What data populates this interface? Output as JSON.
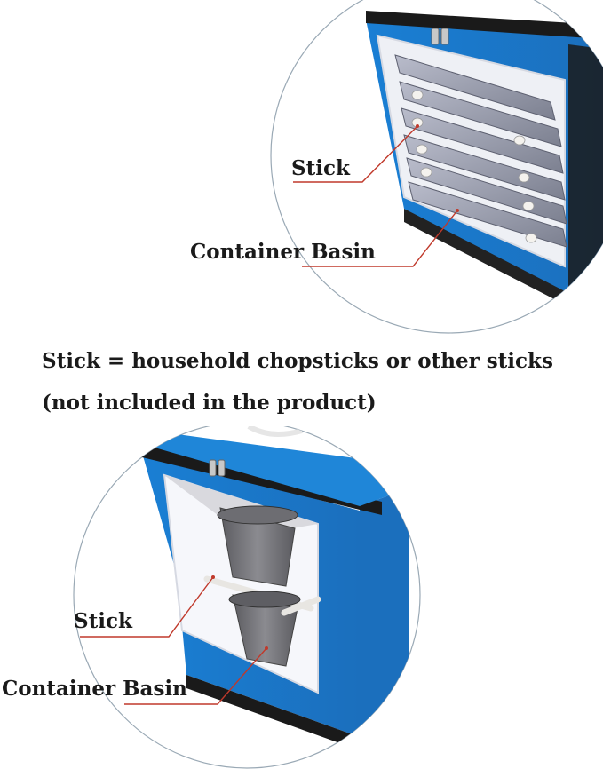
{
  "top_illustration": {
    "stick_label": "Stick",
    "basin_label": "Container Basin"
  },
  "caption": {
    "line1": "Stick = household chopsticks or other sticks",
    "line2": "(not included in the product)"
  },
  "bottom_illustration": {
    "stick_label": "Stick",
    "basin_label": "Container Basin"
  },
  "colors": {
    "bag_blue": "#1f86d8",
    "bag_blue_dark": "#1669b0",
    "zipper": "#1a1a1a",
    "pointer_line": "#c0392b",
    "circle_outline": "#9aa9b5",
    "tray_gray": "#8a8e9c",
    "basin_gray": "#6e6e72"
  }
}
